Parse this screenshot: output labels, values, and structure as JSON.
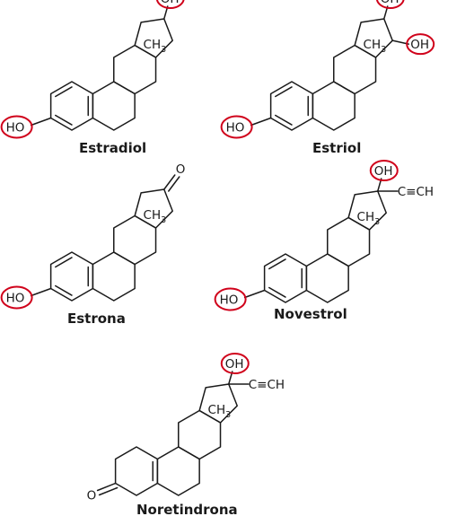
{
  "structures": [
    {
      "name": "Estradiol",
      "labels": {
        "me": "CH",
        "me_sub": "3",
        "oh": "OH",
        "ho": "HO"
      }
    },
    {
      "name": "Estriol",
      "labels": {
        "me": "CH",
        "me_sub": "3",
        "oh": "OH",
        "oh2": "OH",
        "ho": "HO"
      }
    },
    {
      "name": "Estrona",
      "labels": {
        "me": "CH",
        "me_sub": "3",
        "ketone": "O",
        "ho": "HO"
      }
    },
    {
      "name": "Novestrol",
      "labels": {
        "me": "CH",
        "me_sub": "3",
        "oh": "OH",
        "alkyne": "C≡CH",
        "ho": "HO"
      }
    },
    {
      "name": "Noretindrona",
      "labels": {
        "me": "CH",
        "me_sub": "3",
        "oh": "OH",
        "alkyne": "C≡CH",
        "ketone": "O"
      }
    }
  ],
  "colors": {
    "bond": "#1a1a1a",
    "highlight": "#d0021b"
  }
}
